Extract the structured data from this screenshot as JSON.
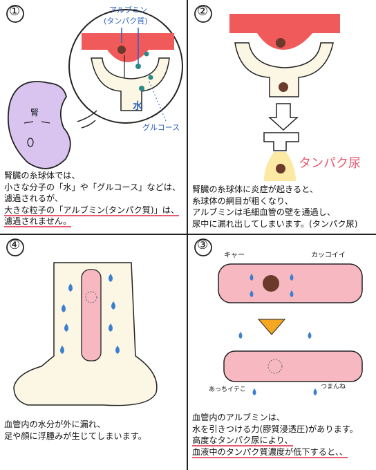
{
  "panels": [
    {
      "number": "①",
      "labels": {
        "albumin": "アルブミン",
        "albumin_sub": "(タンパク質)",
        "water": "水",
        "glucose": "グルコース",
        "kidney": "腎"
      },
      "caption": [
        "腎臓の糸球体では、",
        "小さな分子の「水」や「グルコース」などは、",
        "濾過されるが、",
        "大きな粒子の「アルブミン(タンパク質)」は、",
        "濾過されません。"
      ]
    },
    {
      "number": "②",
      "labels": {
        "proteinuria": "タンパク尿"
      },
      "caption": [
        "腎臓の糸球体に炎症が起きると、",
        "糸球体の網目が粗くなり、",
        "アルブミンは毛細血管の壁を通過し、",
        "尿中に漏れ出してしまいます。(タンパク尿)"
      ]
    },
    {
      "number": "④",
      "caption": [
        "血管内の水分が外に漏れ、",
        "足や顔に浮腫みが生じてしまいます。"
      ]
    },
    {
      "number": "③",
      "labels": {
        "kyaa": "キャー",
        "kakkoii": "カッコイイ",
        "acchi": "あっちイテこ",
        "tsumaran": "つまんね"
      },
      "caption": [
        "血管内のアルブミンは、",
        "水を引きつける力(膠質浸透圧)があります。",
        "高度なタンパク尿により、",
        "血液中のタンパク質濃度が低下すると、、"
      ]
    }
  ],
  "colors": {
    "red": "#f05a5a",
    "pink": "#f7b8c2",
    "purple": "#d9c4f0",
    "cream": "#fbf7e4",
    "water": "#3a7fd0",
    "arrow": "#f5a623",
    "underline": "#e85a70"
  }
}
